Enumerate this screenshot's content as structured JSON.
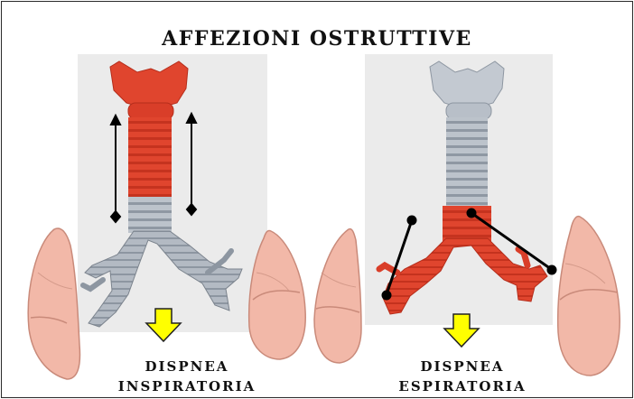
{
  "title": "AFFEZIONI OSTRUTTIVE",
  "left": {
    "caption_line1": "DISPNEA",
    "caption_line2": "INSPIRATORIA"
  },
  "right": {
    "caption_line1": "DISPNEA",
    "caption_line2": "ESPIRATORIA"
  },
  "colors": {
    "obstruction": "#e0452e",
    "airway": "#b8bfc8",
    "lung": "#f2b8a8",
    "arrow": "#ffff00",
    "panel": "#ebebeb"
  }
}
